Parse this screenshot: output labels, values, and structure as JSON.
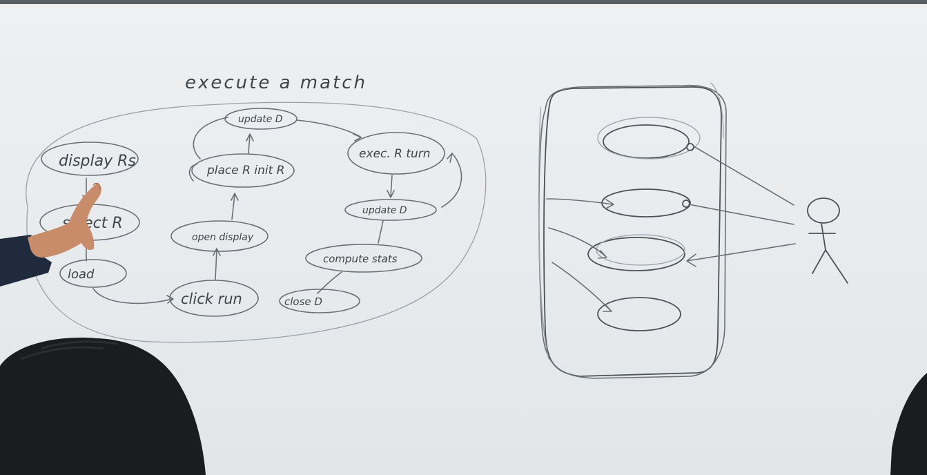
{
  "board_title": "execute a match",
  "activity_nodes": [
    {
      "label": "display Rs"
    },
    {
      "label": "select R"
    },
    {
      "label": "load"
    },
    {
      "label": "click run"
    },
    {
      "label": "open display"
    },
    {
      "label": "place R init R"
    },
    {
      "label": "update D"
    },
    {
      "label": "exec. R turn"
    },
    {
      "label": "update D"
    },
    {
      "label": "compute stats"
    },
    {
      "label": "close D"
    }
  ],
  "use_case_diagram": {
    "use_case_count": 4,
    "actor": "stick-figure"
  },
  "colors": {
    "board": "#eceff1",
    "ink": "#55595d",
    "skin": "#c98c6b",
    "hair": "#1b1c1e"
  }
}
